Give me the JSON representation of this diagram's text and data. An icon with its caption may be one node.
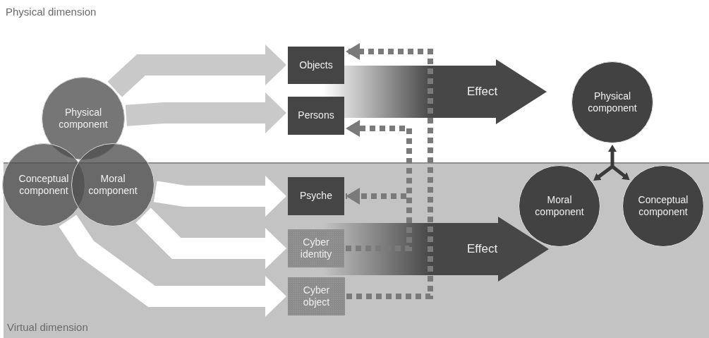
{
  "diagram": {
    "nodes": [
      {
        "text": [
          "Physical component"
        ]
      },
      {
        "text": [
          "Conceptual component"
        ]
      },
      {
        "text": [
          "Moral component"
        ]
      },
      {
        "text": [
          "Objects"
        ]
      },
      {
        "text": [
          "Persons"
        ]
      },
      {
        "text": [
          "Psyche"
        ]
      },
      {
        "text": [
          "Cyber identity"
        ]
      },
      {
        "text": [
          "Cyber object"
        ]
      },
      {
        "text": [
          "Effect"
        ]
      },
      {
        "text": [
          "Effect"
        ]
      },
      {
        "text": [
          "Physical component"
        ]
      },
      {
        "text": [
          "Moral component"
        ]
      },
      {
        "text": [
          "Conceptual component"
        ]
      }
    ],
    "edges": [
      {
        "from": 0,
        "to": 3,
        "arrow": "to",
        "style": "thick",
        "color": "#c9c9c9"
      },
      {
        "from": 0,
        "to": 4,
        "arrow": "to",
        "style": "thick",
        "color": "#c9c9c9"
      },
      {
        "from": 2,
        "to": 5,
        "arrow": "to",
        "style": "thick",
        "color": "#ffffff"
      },
      {
        "from": 2,
        "to": 6,
        "arrow": "to",
        "style": "thick",
        "color": "#ffffff"
      },
      {
        "from": 1,
        "to": 7,
        "arrow": "to",
        "style": "thick",
        "color": "#ffffff"
      },
      {
        "from": 7,
        "to": 3,
        "arrow": "to",
        "style": "dashed",
        "color": "#7a7a7a"
      },
      {
        "from": 6,
        "to": 4,
        "arrow": "to",
        "style": "dashed",
        "color": "#7a7a7a"
      },
      {
        "from": 6,
        "to": 5,
        "arrow": "to",
        "style": "dashed",
        "color": "#7a7a7a"
      },
      {
        "from": null,
        "to": 10,
        "arrow": "to",
        "color": "#3a3a3a"
      },
      {
        "from": null,
        "to": 11,
        "arrow": "to",
        "color": "#3a3a3a"
      },
      {
        "from": null,
        "to": 12,
        "arrow": "to",
        "color": "#3a3a3a"
      }
    ],
    "labels": [
      "Physical dimension",
      "Virtual dimension"
    ]
  }
}
